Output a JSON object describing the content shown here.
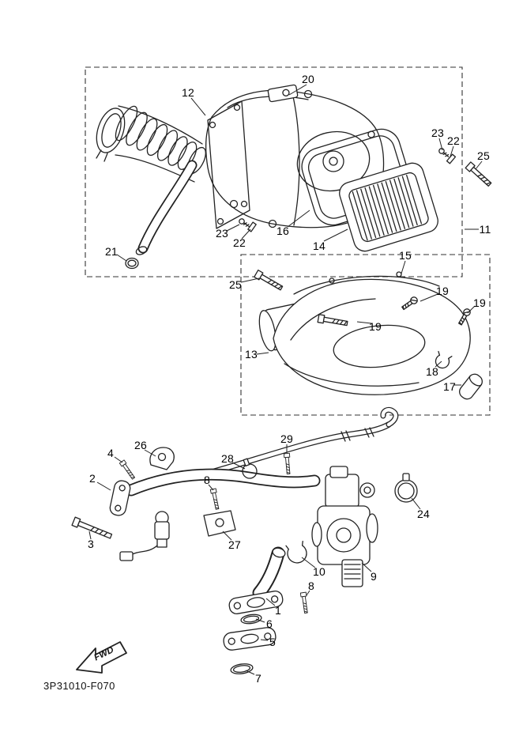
{
  "diagram": {
    "code": "3P31010-F070",
    "fwd_label": "FWD",
    "callouts": [
      "20",
      "12",
      "23",
      "22",
      "25",
      "11",
      "16",
      "14",
      "21",
      "23",
      "22",
      "25",
      "15",
      "19",
      "19",
      "19",
      "13",
      "18",
      "17",
      "26",
      "4",
      "29",
      "28",
      "2",
      "8",
      "24",
      "3",
      "27",
      "10",
      "8",
      "9",
      "1",
      "6",
      "5",
      "7"
    ]
  }
}
